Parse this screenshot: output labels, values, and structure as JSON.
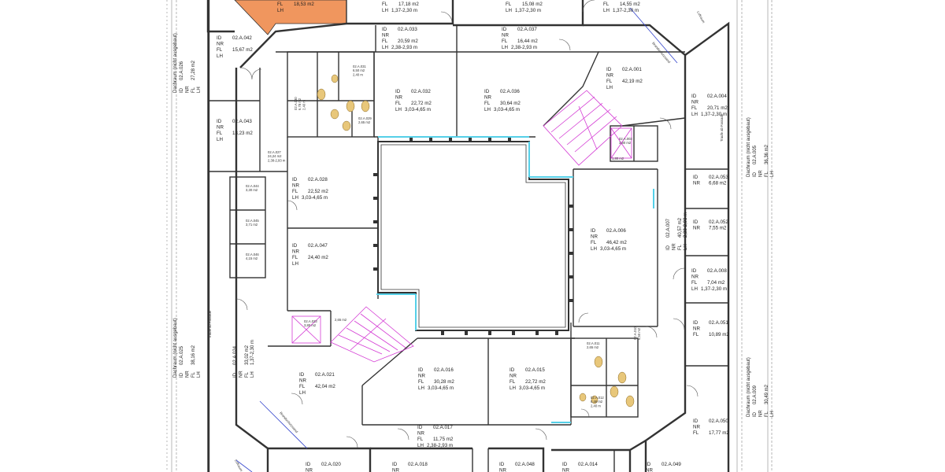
{
  "colors": {
    "wall": "#333333",
    "line": "#555555",
    "highlight": "#f0965e",
    "stairs": "#d43cd4",
    "glass": "#55d0e8",
    "shaft": "#3344cc",
    "fixture": "#e8c77a"
  },
  "rooms": [
    {
      "key": "top_1",
      "lines": [
        "FL",
        "LH"
      ],
      "values": [
        "18,53 m2",
        ""
      ]
    },
    {
      "key": "top_2",
      "lines": [
        "FL",
        "LH"
      ],
      "values": [
        "17,18 m2",
        "1,37-2,30 m"
      ]
    },
    {
      "key": "top_3",
      "lines": [
        "FL",
        "LH"
      ],
      "values": [
        "15,08 m2",
        "1,37-2,30 m"
      ]
    },
    {
      "key": "top_4",
      "lines": [
        "FL",
        "LH"
      ],
      "values": [
        "14,55 m2",
        "1,37-2,30 m"
      ]
    },
    {
      "key": "a033",
      "id": "02.A.033",
      "lines": [
        "ID",
        "NR",
        "FL",
        "LH"
      ],
      "values": [
        "02.A.033",
        "",
        "20,59 m2",
        "2,38-2,93 m"
      ]
    },
    {
      "key": "a037",
      "id": "02.A.037",
      "lines": [
        "ID",
        "NR",
        "FL",
        "LH"
      ],
      "values": [
        "02.A.037",
        "",
        "16,44 m2",
        "2,38-2,93 m"
      ]
    },
    {
      "key": "a042",
      "lines": [
        "ID",
        "NR",
        "FL",
        "LH"
      ],
      "values": [
        "02.A.042",
        "",
        "15,67 m2",
        ""
      ]
    },
    {
      "key": "a043",
      "lines": [
        "ID",
        "NR",
        "FL",
        "LH"
      ],
      "values": [
        "02.A.043",
        "",
        "13,23 m2",
        ""
      ]
    },
    {
      "key": "a032",
      "lines": [
        "ID",
        "NR",
        "FL",
        "LH"
      ],
      "values": [
        "02.A.032",
        "",
        "22,72 m2",
        "3,03-4,65 m"
      ]
    },
    {
      "key": "a036",
      "lines": [
        "ID",
        "NR",
        "FL",
        "LH"
      ],
      "values": [
        "02.A.036",
        "",
        "30,64 m2",
        "3,03-4,65 m"
      ]
    },
    {
      "key": "a001",
      "lines": [
        "ID",
        "NR",
        "FL",
        "LH"
      ],
      "values": [
        "02.A.001",
        "",
        "42,19 m2",
        ""
      ]
    },
    {
      "key": "a004",
      "lines": [
        "ID",
        "NR",
        "FL",
        "LH"
      ],
      "values": [
        "02.A.004",
        "",
        "20,71 m2",
        "1,37-2,30 m"
      ]
    },
    {
      "key": "a028",
      "lines": [
        "ID",
        "NR",
        "FL",
        "LH"
      ],
      "values": [
        "02.A.028",
        "",
        "22,52 m2",
        "3,03-4,65 m"
      ]
    },
    {
      "key": "a047",
      "lines": [
        "ID",
        "NR",
        "FL",
        "LH"
      ],
      "values": [
        "02.A.047",
        "",
        "24,40 m2",
        ""
      ]
    },
    {
      "key": "a006",
      "lines": [
        "ID",
        "NR",
        "FL",
        "LH"
      ],
      "values": [
        "02.A.006",
        "",
        "46,42 m2",
        "3,03-4,65 m"
      ]
    },
    {
      "key": "a053",
      "lines": [
        "ID",
        "NR"
      ],
      "values": [
        "02.A.053",
        "6,68 m2"
      ]
    },
    {
      "key": "a052",
      "lines": [
        "ID",
        "NR"
      ],
      "values": [
        "02.A.052",
        "7,55 m2"
      ]
    },
    {
      "key": "a008",
      "lines": [
        "ID",
        "NR",
        "FL",
        "LH"
      ],
      "values": [
        "02.A.008",
        "",
        "7,04 m2",
        "1,37-2,30 m"
      ]
    },
    {
      "key": "a051",
      "lines": [
        "ID",
        "NR",
        "FL"
      ],
      "values": [
        "02.A.051",
        "",
        "10,89 m2"
      ]
    },
    {
      "key": "a050",
      "lines": [
        "ID",
        "NR",
        "FL"
      ],
      "values": [
        "02.A.050",
        "",
        "17,77 m2"
      ]
    },
    {
      "key": "a021",
      "lines": [
        "ID",
        "NR",
        "FL",
        "LH"
      ],
      "values": [
        "02.A.021",
        "",
        "42,04 m2",
        ""
      ]
    },
    {
      "key": "a016",
      "lines": [
        "ID",
        "NR",
        "FL",
        "LH"
      ],
      "values": [
        "02.A.016",
        "",
        "30,28 m2",
        "3,03-4,65 m"
      ]
    },
    {
      "key": "a015",
      "lines": [
        "ID",
        "NR",
        "FL",
        "LH"
      ],
      "values": [
        "02.A.015",
        "",
        "22,72 m2",
        "3,03-4,65 m"
      ]
    },
    {
      "key": "a017",
      "lines": [
        "ID",
        "NR",
        "FL",
        "LH"
      ],
      "values": [
        "02.A.017",
        "",
        "11,75 m2",
        "2,38-2,93 m"
      ]
    },
    {
      "key": "b_020",
      "lines": [
        "ID",
        "NR"
      ],
      "values": [
        "02.A.020",
        ""
      ]
    },
    {
      "key": "b_018",
      "lines": [
        "ID",
        "NR"
      ],
      "values": [
        "02.A.018",
        ""
      ]
    },
    {
      "key": "b_048",
      "lines": [
        "ID",
        "NR"
      ],
      "values": [
        "02.A.048",
        ""
      ]
    },
    {
      "key": "b_014",
      "lines": [
        "ID",
        "NR"
      ],
      "values": [
        "02.A.014",
        ""
      ]
    },
    {
      "key": "b_049",
      "lines": [
        "ID",
        "NR"
      ],
      "values": [
        "02.A.049",
        ""
      ]
    }
  ],
  "small_labels": {
    "a031": [
      "02.A.031",
      "6,50 m2",
      "2,40 m"
    ],
    "a030": [
      "02.A.030",
      "6,78 m2",
      "2,40 m"
    ],
    "a029": [
      "02.A.029",
      "2,65 m2"
    ],
    "a027": [
      "02.A.027",
      "24,24 m2",
      "2,38-2,93 m"
    ],
    "a044": [
      "02.A.044",
      "3,30 m2"
    ],
    "a045": [
      "02.A.045",
      "3,71 m2"
    ],
    "a046": [
      "02.A.046",
      "4,15 m2"
    ],
    "a023": [
      "02.A.023",
      "3,80 m2"
    ],
    "a023_side": [
      "2,65 m2"
    ],
    "a003": [
      "02.A.003",
      "3,80 m2"
    ],
    "a002": [
      "1,80 m2"
    ],
    "a011": [
      "02.A.011",
      "2,65 m2"
    ],
    "a010": [
      "02.A.010",
      "6,50 m2"
    ],
    "a012": [
      "02.A.012",
      "6,46 m2",
      "2,40 m"
    ]
  },
  "vertical_labels": {
    "a026": {
      "title": "Dachraum  (nicht ausgebaut)",
      "lines": [
        "ID",
        "NR",
        "FL",
        "LH"
      ],
      "values": [
        "02.A.026",
        "",
        "27,28 m2",
        ""
      ]
    },
    "a025": {
      "title": "Dachraum  (nicht ausgebaut)",
      "lines": [
        "ID",
        "NR",
        "FL",
        "LH"
      ],
      "values": [
        "02.A.025",
        "",
        "38,16 m2",
        ""
      ]
    },
    "a024": {
      "title": "",
      "lines": [
        "ID",
        "NR",
        "FL",
        "LH"
      ],
      "values": [
        "02.A.024",
        "",
        "33,02 m2",
        "1,37-2,30 m"
      ]
    },
    "a005": {
      "title": "Dachraum  (nicht ausgebaut)",
      "lines": [
        "ID",
        "NR",
        "FL",
        "LH"
      ],
      "values": [
        "02.A.005",
        "",
        "36,36 m2",
        ""
      ]
    },
    "a007": {
      "title": "",
      "lines": [
        "ID",
        "NR",
        "FL",
        "LH"
      ],
      "values": [
        "02.A.007",
        "",
        "40,57 m2",
        "2,38-2,93 m"
      ]
    },
    "a009": {
      "title": "Dachraum  (nicht ausgebaut)",
      "lines": [
        "ID",
        "NR",
        "FL",
        "LH"
      ],
      "values": [
        "02.A.009",
        "",
        "30,49 m2",
        ""
      ]
    }
  },
  "annotations": {
    "luftraum_top": "Luftraum",
    "luftraum_bottom": "Luftraum",
    "notes": [
      "Brandschutzwand",
      "Traufe ab Fassade"
    ]
  }
}
